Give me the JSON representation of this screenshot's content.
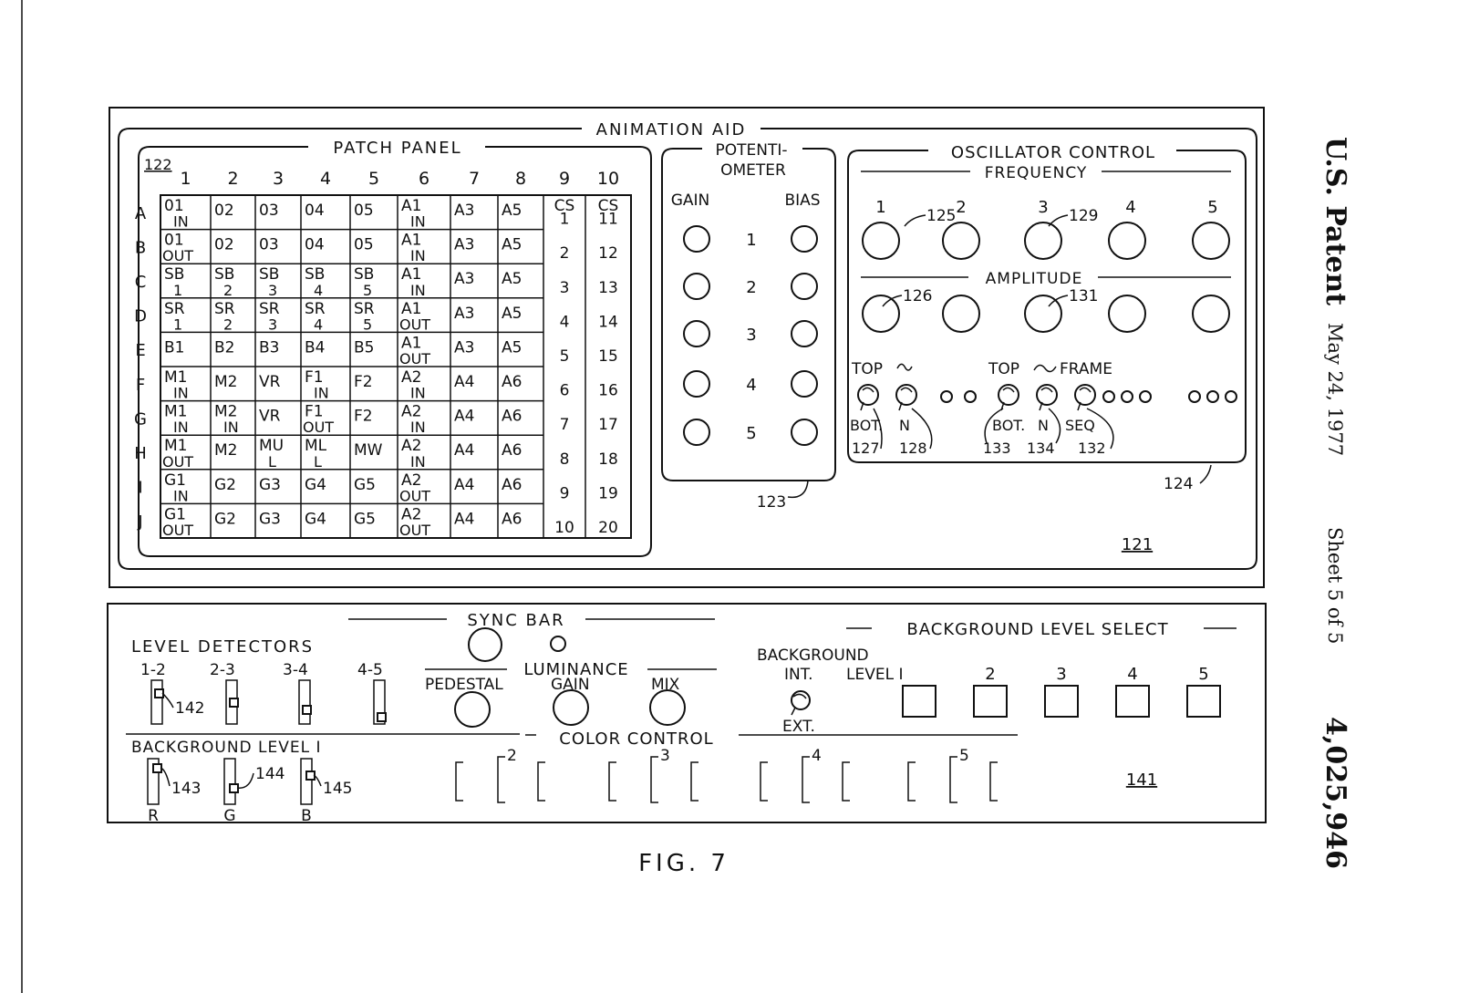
{
  "sidebar": {
    "patent_label": "U.S. Patent",
    "date": "May 24, 1977",
    "sheet": "Sheet 5 of 5",
    "patent_number": "4,025,946"
  },
  "figure_label": "FIG. 7",
  "upper_panel": {
    "title": "ANIMATION AID",
    "ref": "121",
    "patch_panel": {
      "title": "PATCH PANEL",
      "ref": "122",
      "columns": [
        "1",
        "2",
        "3",
        "4",
        "5",
        "6",
        "7",
        "8",
        "9",
        "10"
      ],
      "rows": [
        "A",
        "B",
        "C",
        "D",
        "E",
        "F",
        "G",
        "H",
        "I",
        "J"
      ],
      "cells": [
        [
          [
            "01",
            "IN"
          ],
          [
            "02",
            ""
          ],
          [
            "03",
            ""
          ],
          [
            "04",
            ""
          ],
          [
            "05",
            ""
          ],
          [
            "A1",
            "IN"
          ],
          [
            "A3",
            ""
          ],
          [
            "A5",
            ""
          ],
          [
            "CS",
            "1"
          ],
          [
            "CS",
            "11"
          ]
        ],
        [
          [
            "01",
            "OUT"
          ],
          [
            "02",
            ""
          ],
          [
            "03",
            ""
          ],
          [
            "04",
            ""
          ],
          [
            "05",
            ""
          ],
          [
            "A1",
            "IN"
          ],
          [
            "A3",
            ""
          ],
          [
            "A5",
            ""
          ],
          [
            "",
            "2"
          ],
          [
            "",
            "12"
          ]
        ],
        [
          [
            "SB",
            "1"
          ],
          [
            "SB",
            "2"
          ],
          [
            "SB",
            "3"
          ],
          [
            "SB",
            "4"
          ],
          [
            "SB",
            "5"
          ],
          [
            "A1",
            "IN"
          ],
          [
            "A3",
            ""
          ],
          [
            "A5",
            ""
          ],
          [
            "",
            "3"
          ],
          [
            "",
            "13"
          ]
        ],
        [
          [
            "SR",
            "1"
          ],
          [
            "SR",
            "2"
          ],
          [
            "SR",
            "3"
          ],
          [
            "SR",
            "4"
          ],
          [
            "SR",
            "5"
          ],
          [
            "A1",
            "OUT"
          ],
          [
            "A3",
            ""
          ],
          [
            "A5",
            ""
          ],
          [
            "",
            "4"
          ],
          [
            "",
            "14"
          ]
        ],
        [
          [
            "B1",
            ""
          ],
          [
            "B2",
            ""
          ],
          [
            "B3",
            ""
          ],
          [
            "B4",
            ""
          ],
          [
            "B5",
            ""
          ],
          [
            "A1",
            "OUT"
          ],
          [
            "A3",
            ""
          ],
          [
            "A5",
            ""
          ],
          [
            "",
            "5"
          ],
          [
            "",
            "15"
          ]
        ],
        [
          [
            "M1",
            "IN"
          ],
          [
            "M2",
            ""
          ],
          [
            "VR",
            ""
          ],
          [
            "F1",
            "IN"
          ],
          [
            "F2",
            ""
          ],
          [
            "A2",
            "IN"
          ],
          [
            "A4",
            ""
          ],
          [
            "A6",
            ""
          ],
          [
            "",
            "6"
          ],
          [
            "",
            "16"
          ]
        ],
        [
          [
            "M1",
            "IN"
          ],
          [
            "M2",
            "IN"
          ],
          [
            "VR",
            ""
          ],
          [
            "F1",
            "OUT"
          ],
          [
            "F2",
            ""
          ],
          [
            "A2",
            "IN"
          ],
          [
            "A4",
            ""
          ],
          [
            "A6",
            ""
          ],
          [
            "",
            "7"
          ],
          [
            "",
            "17"
          ]
        ],
        [
          [
            "M1",
            "OUT"
          ],
          [
            "M2",
            ""
          ],
          [
            "MU",
            "L"
          ],
          [
            "ML",
            "L"
          ],
          [
            "MW",
            ""
          ],
          [
            "A2",
            "IN"
          ],
          [
            "A4",
            ""
          ],
          [
            "A6",
            ""
          ],
          [
            "",
            "8"
          ],
          [
            "",
            "18"
          ]
        ],
        [
          [
            "G1",
            "IN"
          ],
          [
            "G2",
            ""
          ],
          [
            "G3",
            ""
          ],
          [
            "G4",
            ""
          ],
          [
            "G5",
            ""
          ],
          [
            "A2",
            "OUT"
          ],
          [
            "A4",
            ""
          ],
          [
            "A6",
            ""
          ],
          [
            "",
            "9"
          ],
          [
            "",
            "19"
          ]
        ],
        [
          [
            "G1",
            "OUT"
          ],
          [
            "G2",
            ""
          ],
          [
            "G3",
            ""
          ],
          [
            "G4",
            ""
          ],
          [
            "G5",
            ""
          ],
          [
            "A2",
            "OUT"
          ],
          [
            "A4",
            ""
          ],
          [
            "A6",
            ""
          ],
          [
            "",
            "10"
          ],
          [
            "",
            "20"
          ]
        ]
      ]
    },
    "potentiometer": {
      "title_line1": "POTENTI-",
      "title_line2": "OMETER",
      "gain_label": "GAIN",
      "bias_label": "BIAS",
      "numbers": [
        "1",
        "2",
        "3",
        "4",
        "5"
      ],
      "ref": "123"
    },
    "oscillator": {
      "title": "OSCILLATOR CONTROL",
      "frequency_label": "FREQUENCY",
      "amplitude_label": "AMPLITUDE",
      "numbers": [
        "1",
        "2",
        "3",
        "4",
        "5"
      ],
      "refs": {
        "f1": "125",
        "f3": "129",
        "a1": "126",
        "a3": "131"
      },
      "top_label_1": "TOP",
      "top_label_2": "TOP",
      "frame_label": "FRAME",
      "bot_label_1": "BOT.",
      "n_label_1": "N",
      "bot_label_2": "BOT.",
      "n_label_2": "N",
      "seq_label": "SEQ",
      "switch_refs": [
        "127",
        "128",
        "133",
        "134",
        "132"
      ],
      "ref": "124"
    }
  },
  "lower_panel": {
    "ref": "141",
    "level_detectors": {
      "title": "LEVEL  DETECTORS",
      "labels": [
        "1-2",
        "2-3",
        "3-4",
        "4-5"
      ],
      "ref": "142"
    },
    "background_level_1": {
      "title": "BACKGROUND  LEVEL I",
      "channels": [
        "R",
        "G",
        "B"
      ],
      "refs": [
        "143",
        "144",
        "145"
      ]
    },
    "sync_bar": {
      "title": "SYNC   BAR"
    },
    "luminance": {
      "title": "LUMINANCE",
      "pedestal": "PEDESTAL",
      "gain": "GAIN",
      "mix": "MIX"
    },
    "color_control": {
      "title": "COLOR  CONTROL",
      "group_numbers": [
        "2",
        "3",
        "4",
        "5"
      ]
    },
    "background_select": {
      "title": "BACKGROUND  LEVEL  SELECT",
      "bg_label": "BACKGROUND",
      "int_label": "INT.",
      "ext_label": "EXT.",
      "level_label": "LEVEL I",
      "button_numbers": [
        "2",
        "3",
        "4",
        "5"
      ]
    }
  }
}
